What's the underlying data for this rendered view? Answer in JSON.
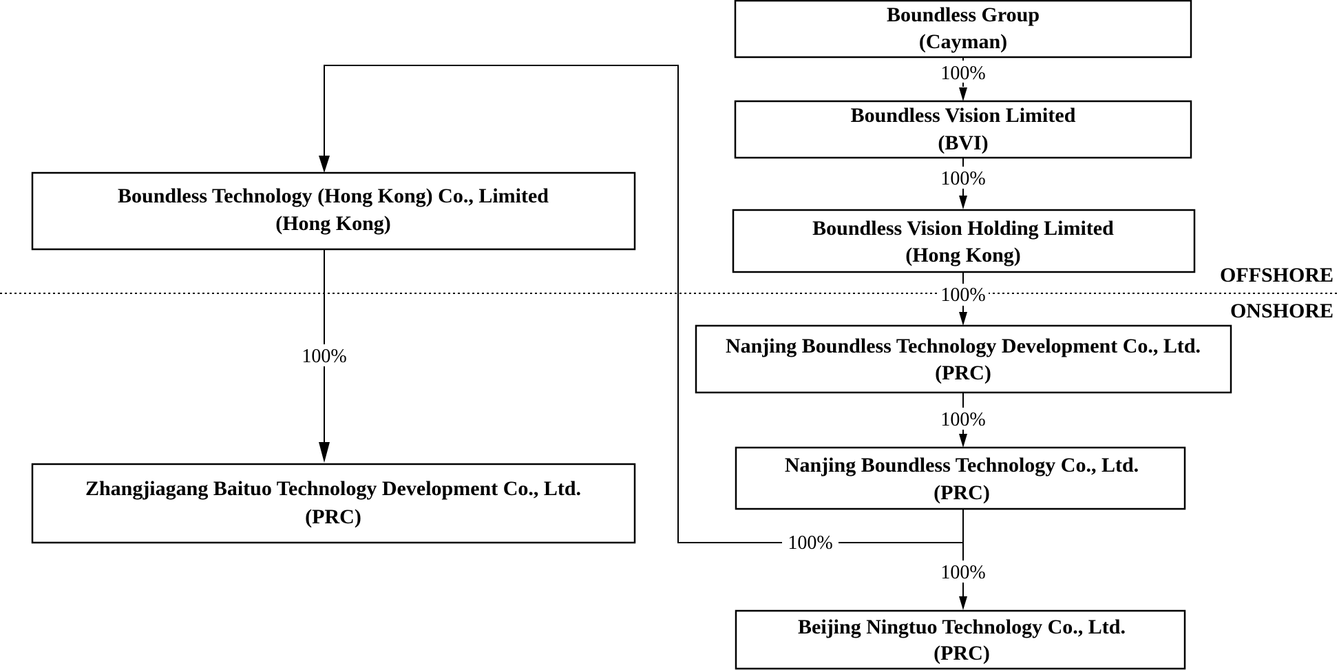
{
  "entities": [
    {
      "id": "cayman",
      "name": "Boundless Group",
      "jurisdiction": "(Cayman)"
    },
    {
      "id": "bvi",
      "name": "Boundless Vision Limited",
      "jurisdiction": "(BVI)"
    },
    {
      "id": "hk_holding",
      "name": "Boundless Vision Holding Limited",
      "jurisdiction": "(Hong Kong)"
    },
    {
      "id": "hk_tech",
      "name": "Boundless Technology (Hong Kong) Co., Limited",
      "jurisdiction": "(Hong Kong)"
    },
    {
      "id": "nanjing_dev",
      "name": "Nanjing Boundless Technology Development Co., Ltd.",
      "jurisdiction": "(PRC)"
    },
    {
      "id": "nanjing_tech",
      "name": "Nanjing Boundless Technology Co., Ltd.",
      "jurisdiction": "(PRC)"
    },
    {
      "id": "zhangjiagang",
      "name": "Zhangjiagang Baituo Technology Development Co., Ltd.",
      "jurisdiction": "(PRC)"
    },
    {
      "id": "beijing",
      "name": "Beijing Ningtuo Technology Co., Ltd.",
      "jurisdiction": "(PRC)"
    }
  ],
  "ownership": [
    {
      "id": "cayman-bvi",
      "from": "cayman",
      "to": "bvi",
      "label": "100%"
    },
    {
      "id": "bvi-hkholding",
      "from": "bvi",
      "to": "hk_holding",
      "label": "100%"
    },
    {
      "id": "hkholding-nanjingdev",
      "from": "hk_holding",
      "to": "nanjing_dev",
      "label": "100%"
    },
    {
      "id": "nanjingdev-nanjingtech",
      "from": "nanjing_dev",
      "to": "nanjing_tech",
      "label": "100%"
    },
    {
      "id": "nanjingtech-hktech",
      "from": "nanjing_tech",
      "to": "hk_tech",
      "label": "100%"
    },
    {
      "id": "nanjingtech-beijing",
      "from": "nanjing_tech",
      "to": "beijing",
      "label": "100%"
    },
    {
      "id": "hktech-zhangjiagang",
      "from": "hk_tech",
      "to": "zhangjiagang",
      "label": "100%"
    }
  ],
  "zones": {
    "offshore": "OFFSHORE",
    "onshore": "ONSHORE"
  }
}
